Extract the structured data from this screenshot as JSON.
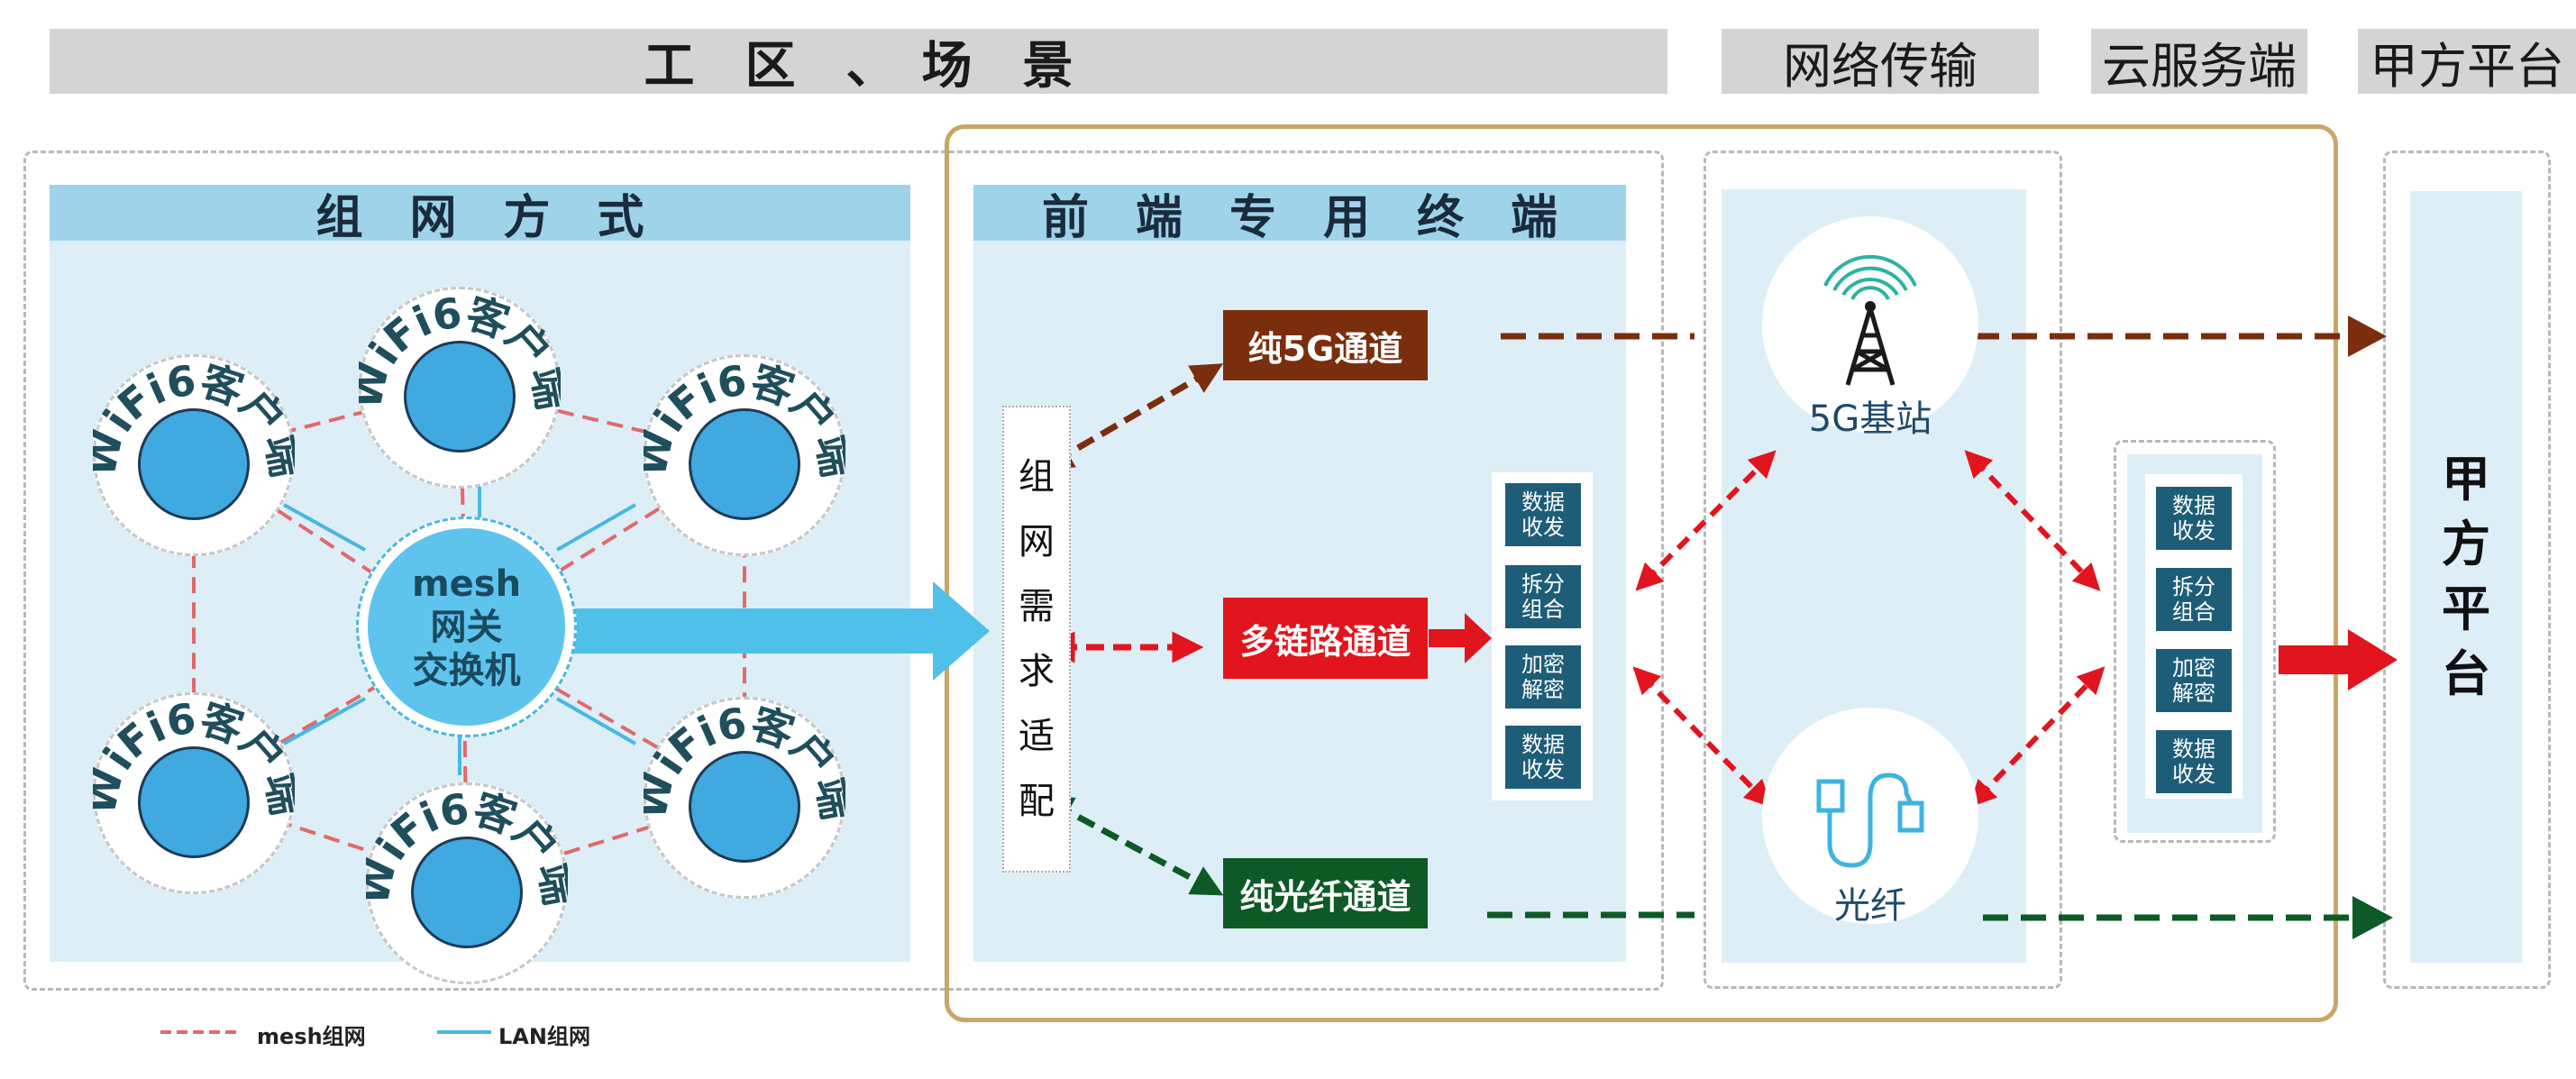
{
  "headers": {
    "site": "工　区　、　场　景",
    "network": "网络传输",
    "cloud": "云服务端",
    "client": "甲方平台"
  },
  "networking": {
    "title": "组　网　方　式",
    "client_label": "WiFi6客户端",
    "gateway_lines": [
      "mesh",
      "网关",
      "交换机"
    ]
  },
  "terminal": {
    "title": "前　端　专　用　终　端",
    "adapter_chars": [
      "组",
      "网",
      "需",
      "求",
      "适",
      "配"
    ],
    "channels": {
      "c5g": "纯5G通道",
      "multi": "多链路通道",
      "fiber": "纯光纤通道"
    },
    "modules": [
      "数据\n收发",
      "拆分\n组合",
      "加密\n解密",
      "数据\n收发"
    ]
  },
  "transport": {
    "tower_label": "5G基站",
    "fiber_label": "光纤"
  },
  "cloud": {
    "modules": [
      "数据\n收发",
      "拆分\n组合",
      "加密\n解密",
      "数据\n收发"
    ]
  },
  "client": {
    "chars": [
      "甲",
      "方",
      "平",
      "台"
    ]
  },
  "legend": {
    "mesh": "mesh组网",
    "lan": "LAN组网"
  },
  "colors": {
    "c5g": "#7a2e0e",
    "multi": "#e2141d",
    "fiber": "#0d5a26",
    "lan": "#48b8e0",
    "mesh": "#e06a6a"
  }
}
